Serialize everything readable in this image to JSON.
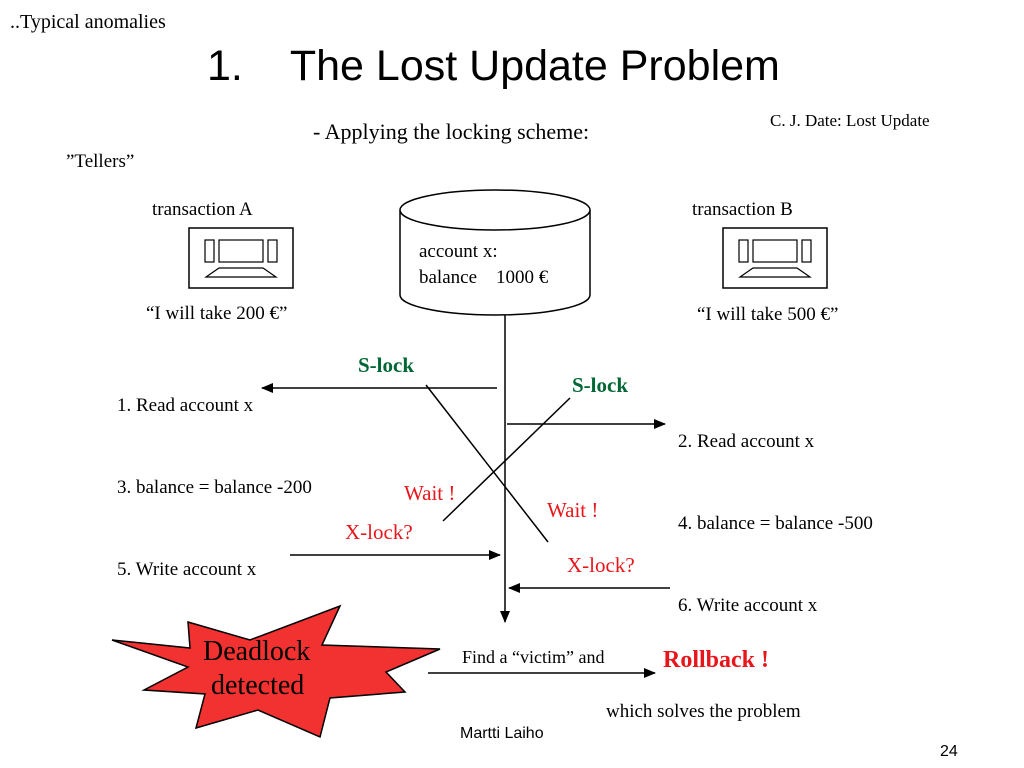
{
  "header": {
    "section": "..Typical  anomalies",
    "title": "1.    The Lost Update Problem",
    "subtitle": "- Applying the locking scheme:",
    "reference": "C. J. Date: Lost Update",
    "tellers": "”Tellers”"
  },
  "database": {
    "label_line1": "account x:",
    "label_line2": "balance    1000 €"
  },
  "transaction_a": {
    "name": "transaction A",
    "quote": "“I will take 200 €”",
    "icon": "computer-terminal-icon",
    "steps": [
      "1. Read account x",
      "3. balance = balance -200",
      "5. Write account x"
    ]
  },
  "transaction_b": {
    "name": "transaction B",
    "quote": "“I will take 500 €”",
    "icon": "computer-terminal-icon",
    "steps": [
      "2. Read account x",
      "4. balance = balance -500",
      "6. Write account x"
    ]
  },
  "locks": {
    "s_lock_a": "S-lock",
    "s_lock_b": "S-lock",
    "wait_a": "Wait !",
    "wait_b": "Wait !",
    "x_lock_a": "X-lock?",
    "x_lock_b": "X-lock?"
  },
  "outcome": {
    "deadlock": [
      "Deadlock",
      "detected"
    ],
    "find_victim": "Find a “victim” and",
    "rollback": "Rollback !",
    "solves": "which solves the problem"
  },
  "footer": {
    "author": "Martti Laiho",
    "page": "24"
  },
  "colors": {
    "green_lock": "#006633",
    "red_lock": "#e8161b",
    "burst_fill": "#f23131",
    "text": "#000000"
  }
}
